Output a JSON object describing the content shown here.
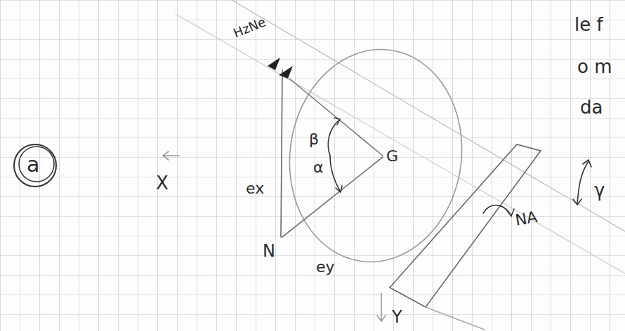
{
  "diagram": {
    "labels": [
      "a",
      "X",
      "HzNe",
      "β",
      "α",
      "G",
      "ex",
      "N",
      "ey",
      "NA",
      "γ",
      "Y",
      "le f",
      "o m",
      "da"
    ]
  }
}
